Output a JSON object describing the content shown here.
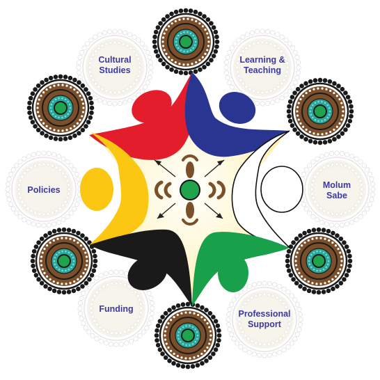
{
  "colors": {
    "label_text": "#3a3aa0",
    "red": "#e31d2b",
    "blue": "#293591",
    "yellow": "#fcc712",
    "white_figure_outline": "#111111",
    "black": "#1a1a1a",
    "green": "#18a04a",
    "medallion_brown": "#7a4f2a",
    "medallion_dark": "#1a1a1a",
    "medallion_teal": "#2aa69a",
    "medallion_green": "#1fa34c",
    "ghost_ring": "#d8d8d8",
    "ghost_fill": "#efeadf"
  },
  "labels": {
    "cultural_studies": {
      "line1": "Cultural",
      "line2": "Studies"
    },
    "learning_teaching": {
      "line1": "Learning &",
      "line2": "Teaching"
    },
    "policies": {
      "line1": "Policies"
    },
    "molum_sabe": {
      "line1": "Molum",
      "line2": "Sabe"
    },
    "funding": {
      "line1": "Funding"
    },
    "professional_support": {
      "line1": "Professional",
      "line2": "Support"
    }
  }
}
